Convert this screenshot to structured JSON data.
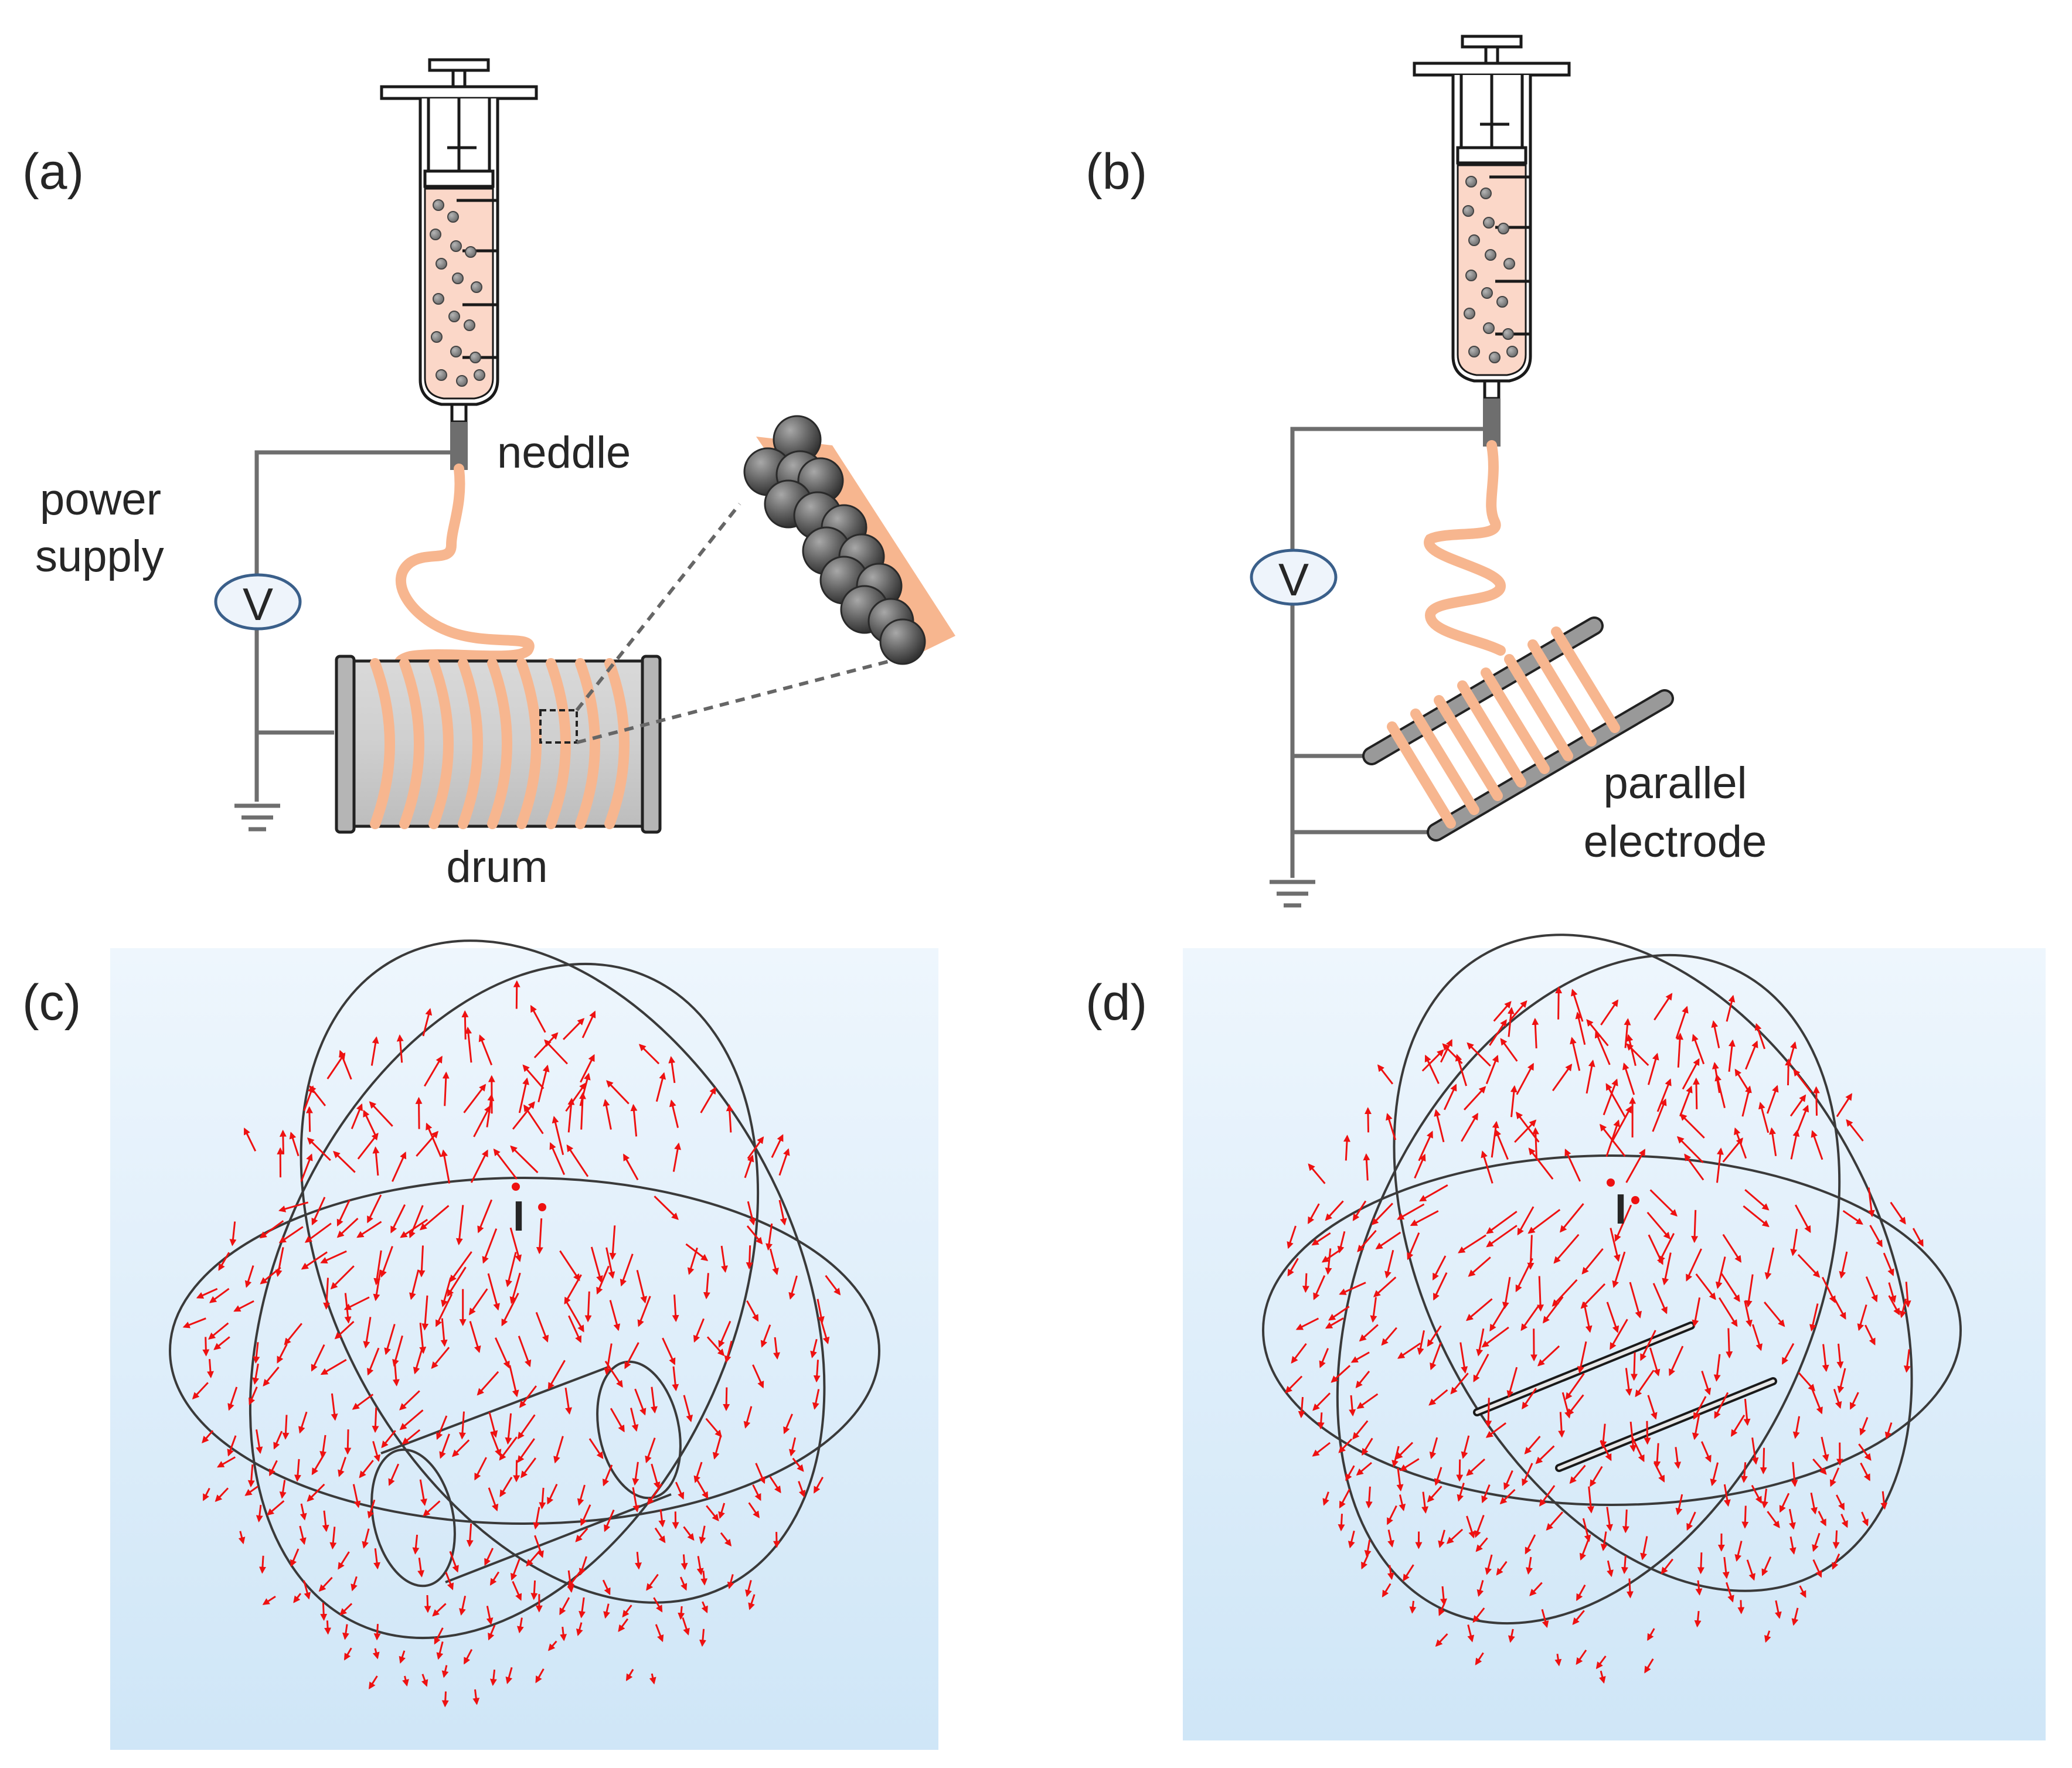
{
  "panels": {
    "a": {
      "label": "(a)",
      "needle_label": "neddle",
      "power_supply_line1": "power",
      "power_supply_line2": "supply",
      "voltmeter_symbol": "V",
      "collector_label": "drum"
    },
    "b": {
      "label": "(b)",
      "voltmeter_symbol": "V",
      "collector_line1": "parallel",
      "collector_line2": "electrode"
    },
    "c": {
      "label": "(c)",
      "point_label": "I"
    },
    "d": {
      "label": "(d)",
      "point_label": "I"
    }
  },
  "colors": {
    "fiber": "#f7b68f",
    "solution": "#fbd7c8",
    "field_arrow": "#ee1111",
    "simulation_bg_top": "#eef6fd",
    "simulation_bg_bottom": "#cfe6f7",
    "wire": "#6e6e6e",
    "particle": "#7a7a7a"
  }
}
